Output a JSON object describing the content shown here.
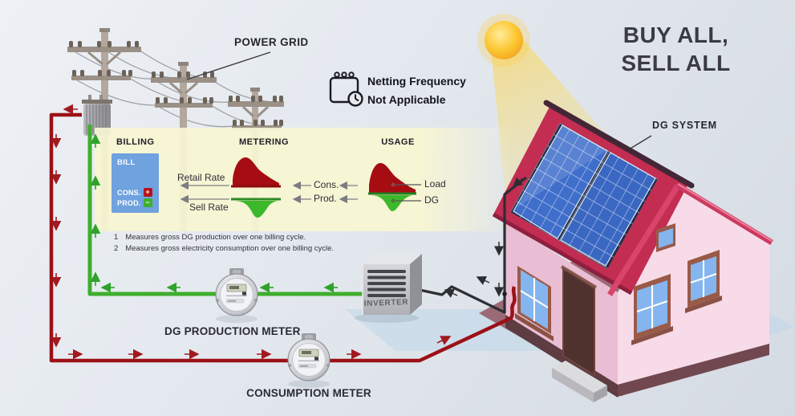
{
  "header": {
    "power_grid": "POWER GRID",
    "scheme_title_line1": "BUY ALL,",
    "scheme_title_line2": "SELL ALL",
    "dg_system": "DG SYSTEM"
  },
  "netting": {
    "line1": "Netting Frequency",
    "line2": "Not Applicable"
  },
  "band": {
    "billing": {
      "title": "BILLING",
      "card": {
        "bill": "BILL",
        "cons": "CONS.",
        "cons_sign": "+",
        "prod": "PROD.",
        "prod_sign": "−"
      },
      "retail_rate": "Retail Rate",
      "sell_rate": "Sell Rate"
    },
    "metering": {
      "title": "METERING",
      "cons": "Cons.",
      "prod": "Prod."
    },
    "usage": {
      "title": "USAGE",
      "load": "Load",
      "dg": "DG"
    }
  },
  "footnotes": [
    {
      "num": "1",
      "text": "Measures gross DG production over one billing cycle."
    },
    {
      "num": "2",
      "text": "Measures gross electricity consumption over one billing cycle."
    }
  ],
  "equipment": {
    "inverter": "INVERTER",
    "dg_production_meter": "DG PRODUCTION METER",
    "consumption_meter": "CONSUMPTION METER"
  },
  "colors": {
    "consumption_wire": "#9c1116",
    "production_wire": "#3fae2d",
    "band_yellow": "#f8f6d2",
    "billing_card_blue": "#6fa2de",
    "chart_red": "#a50d12",
    "chart_green": "#3db82b",
    "roof_crimson": "#c32d52",
    "wall_pink": "#f7dbe8"
  }
}
